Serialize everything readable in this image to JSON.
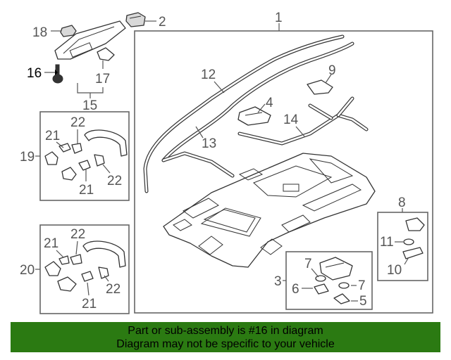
{
  "callouts": {
    "c1": "1",
    "c2": "2",
    "c3": "3",
    "c4": "4",
    "c5": "5",
    "c6": "6",
    "c7a": "7",
    "c7b": "7",
    "c8": "8",
    "c9": "9",
    "c10": "10",
    "c11": "11",
    "c12": "12",
    "c13": "13",
    "c14": "14",
    "c15": "15",
    "c16": "16",
    "c17": "17",
    "c18": "18",
    "c19": "19",
    "c20": "20",
    "c21a": "21",
    "c21b": "21",
    "c21c": "21",
    "c21d": "21",
    "c22a": "22",
    "c22b": "22",
    "c22c": "22",
    "c22d": "22"
  },
  "highlight_part": "16",
  "banner": {
    "line1": "Part or sub-assembly is #16 in diagram",
    "line2": "Diagram may not be specific to your vehicle",
    "color": "#2b7a12"
  }
}
